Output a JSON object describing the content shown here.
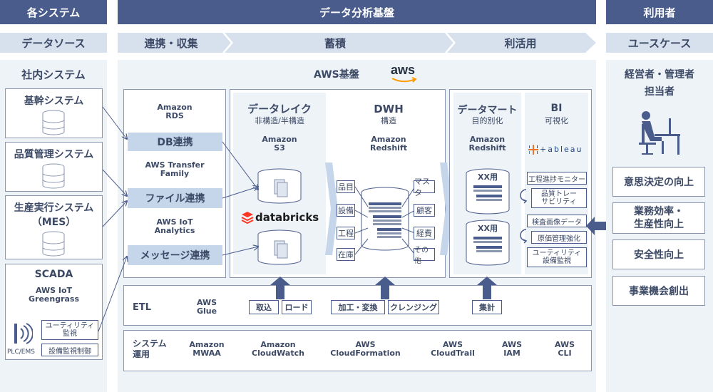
{
  "headers": {
    "systems": "各システム",
    "platform": "データ分析基盤",
    "users": "利用者"
  },
  "subheaders": {
    "datasource": "データソース",
    "collect": "連携・収集",
    "store": "蓄積",
    "utilize": "利活用",
    "usecase": "ユースケース"
  },
  "left": {
    "title": "社内システム",
    "items": [
      "基幹システム",
      "品質管理システム",
      "生産実行システム",
      "（MES）"
    ],
    "scada": {
      "title": "SCADA",
      "sub1": "AWS IoT",
      "sub2": "Greengrass",
      "plc": "PLC/EMS",
      "tag1a": "ユーティリティ",
      "tag1b": "監視",
      "tag2": "設備監視制御"
    }
  },
  "aws": {
    "title": "AWS基盤",
    "logo": "aws"
  },
  "collect": {
    "rds1": "Amazon",
    "rds2": "RDS",
    "db_link": "DB連携",
    "transfer1": "AWS Transfer",
    "transfer2": "Family",
    "file_link": "ファイル連携",
    "iot1": "AWS IoT",
    "iot2": "Analytics",
    "msg_link": "メッセージ連携"
  },
  "datalake": {
    "title": "データレイク",
    "sub": "非構造/半構造",
    "svc1": "Amazon",
    "svc2": "S3",
    "databricks": "databricks"
  },
  "dwh": {
    "title": "DWH",
    "sub": "構造",
    "svc1": "Amazon",
    "svc2": "Redshift",
    "left_tags": [
      "品目",
      "設備",
      "工程",
      "在庫"
    ],
    "right_tags": [
      "マスタ",
      "顧客",
      "経費",
      "その他"
    ]
  },
  "mart": {
    "title": "データマート",
    "sub": "目的別化",
    "svc1": "Amazon",
    "svc2": "Redshift",
    "db1": "XX用",
    "db2": "XX用"
  },
  "bi": {
    "title": "BI",
    "sub": "可視化",
    "tableau": "+ableau",
    "items": [
      "工程進捗モニター",
      "品質トレー",
      "サビリティ",
      "検査画像データ",
      "原価管理強化",
      "ユーティリティ",
      "設備監視"
    ]
  },
  "etl": {
    "label": "ETL",
    "glue1": "AWS",
    "glue2": "Glue",
    "buttons": [
      "取込",
      "ロード",
      "加工・変換",
      "クレンジング",
      "集計"
    ]
  },
  "ops": {
    "label1": "システム",
    "label2": "運用",
    "items": [
      [
        "Amazon",
        "MWAA"
      ],
      [
        "Amazon",
        "CloudWatch"
      ],
      [
        "AWS",
        "CloudFormation"
      ],
      [
        "AWS",
        "CloudTrail"
      ],
      [
        "AWS",
        "IAM"
      ],
      [
        "AWS",
        "CLI"
      ]
    ]
  },
  "users": {
    "title1": "経営者・管理者",
    "title2": "担当者",
    "cases": [
      [
        "意思決定の向上"
      ],
      [
        "業務効率・",
        "生産性向上"
      ],
      [
        "安全性向上"
      ],
      [
        "事業機会創出"
      ]
    ]
  },
  "colors": {
    "navy": "#4a5c8c",
    "light": "#d7e1ee",
    "panel": "#eef3f8",
    "accent": "#c5d5ea"
  }
}
